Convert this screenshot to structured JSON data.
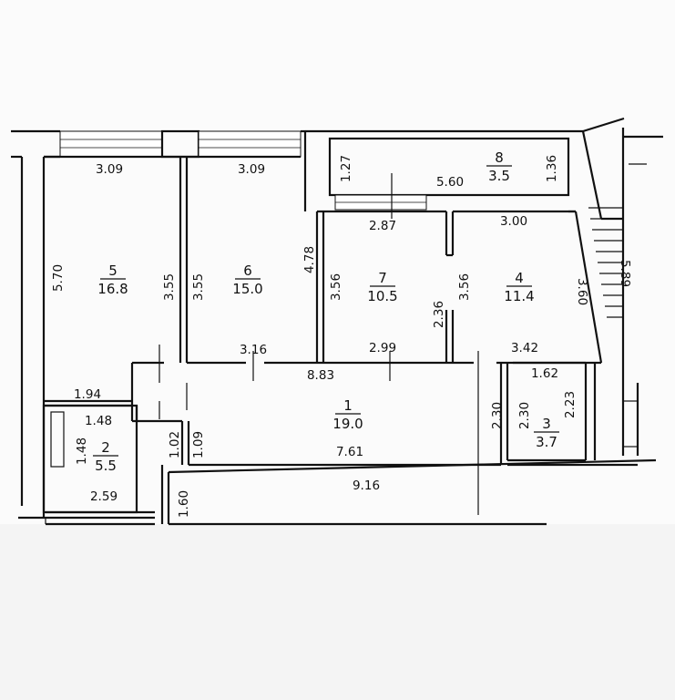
{
  "rooms": [
    {
      "id": "5",
      "number": "5",
      "area": "16.8"
    },
    {
      "id": "6",
      "number": "6",
      "area": "15.0"
    },
    {
      "id": "7",
      "number": "7",
      "area": "10.5"
    },
    {
      "id": "4",
      "number": "4",
      "area": "11.4"
    },
    {
      "id": "8",
      "number": "8",
      "area": "3.5"
    },
    {
      "id": "1",
      "number": "1",
      "area": "19.0"
    },
    {
      "id": "2",
      "number": "2",
      "area": "5.5"
    },
    {
      "id": "3",
      "number": "3",
      "area": "3.7"
    }
  ],
  "dimensions": [
    {
      "id": "r5-top",
      "text": "3.09"
    },
    {
      "id": "r6-top",
      "text": "3.09"
    },
    {
      "id": "r8-left",
      "text": "1.27"
    },
    {
      "id": "r8-width",
      "text": "5.60"
    },
    {
      "id": "r8-right",
      "text": "1.36"
    },
    {
      "id": "r5-left",
      "text": "5.70"
    },
    {
      "id": "r5-right",
      "text": "3.55"
    },
    {
      "id": "r6-left",
      "text": "3.55"
    },
    {
      "id": "r6-right",
      "text": "4.78"
    },
    {
      "id": "r7-top",
      "text": "2.87"
    },
    {
      "id": "r7-left",
      "text": "3.56"
    },
    {
      "id": "r7-right",
      "text": "2.36"
    },
    {
      "id": "r4-top",
      "text": "3.00"
    },
    {
      "id": "r4-left",
      "text": "3.56"
    },
    {
      "id": "r4-right",
      "text": "3.60"
    },
    {
      "id": "stair-dim",
      "text": "5.89"
    },
    {
      "id": "r6-bottom",
      "text": "3.16"
    },
    {
      "id": "r7-bottom",
      "text": "2.99"
    },
    {
      "id": "r4-bottom",
      "text": "3.42"
    },
    {
      "id": "hall-top",
      "text": "8.83"
    },
    {
      "id": "r2-top",
      "text": "1.94"
    },
    {
      "id": "r2-inner-top",
      "text": "1.48"
    },
    {
      "id": "r2-left",
      "text": "1.48"
    },
    {
      "id": "r2-bottom",
      "text": "2.59"
    },
    {
      "id": "hall-step-left",
      "text": "1.02"
    },
    {
      "id": "hall-step-right",
      "text": "1.09"
    },
    {
      "id": "hall-bottom",
      "text": "7.61"
    },
    {
      "id": "corridor-width",
      "text": "9.16"
    },
    {
      "id": "corridor-left",
      "text": "1.60"
    },
    {
      "id": "r3-top",
      "text": "1.62"
    },
    {
      "id": "hall-right-a",
      "text": "2.30"
    },
    {
      "id": "hall-right-b",
      "text": "2.30"
    },
    {
      "id": "r3-right",
      "text": "2.23"
    }
  ]
}
